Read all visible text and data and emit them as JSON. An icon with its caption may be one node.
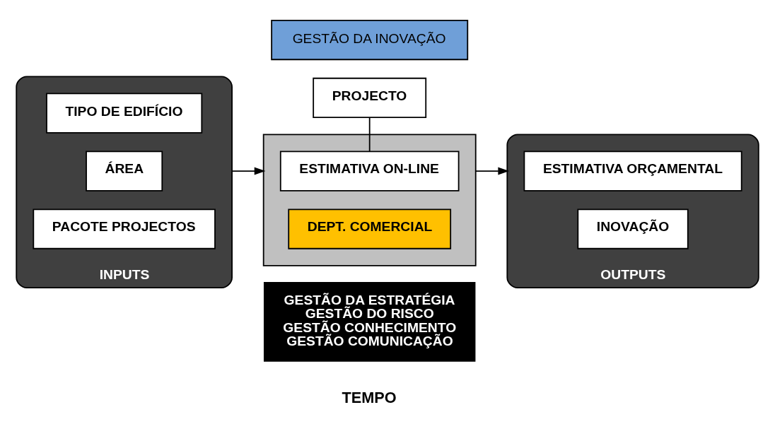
{
  "diagram": {
    "nodes": [
      {
        "text": [
          "GESTÃO DA INOVAÇÃO"
        ]
      },
      {
        "text": [
          "INPUTS"
        ]
      },
      {
        "text": [
          "TIPO DE EDIFÍCIO"
        ],
        "in": 1
      },
      {
        "text": [
          "ÁREA"
        ],
        "in": 1
      },
      {
        "text": [
          "PACOTE PROJECTOS"
        ],
        "in": 1
      },
      {
        "text": [
          "PROJECTO"
        ]
      },
      {
        "text": [],
        "shape": "box"
      },
      {
        "text": [
          "ESTIMATIVA ON-LINE"
        ],
        "in": 6
      },
      {
        "text": [
          "DEPT. COMERCIAL"
        ],
        "in": 6
      },
      {
        "text": [
          "GESTÃO DA ESTRATÉGIA",
          "GESTÃO DO RISCO",
          "GESTÃO CONHECIMENTO",
          "GESTÃO COMUNICAÇÃO"
        ]
      },
      {
        "text": [
          "OUTPUTS"
        ]
      },
      {
        "text": [
          "ESTIMATIVA ORÇAMENTAL"
        ],
        "in": 10
      },
      {
        "text": [
          "INOVAÇÃO"
        ],
        "in": 10
      }
    ],
    "edges": [
      {
        "from": 1,
        "to": 6,
        "arrow": "to"
      },
      {
        "from": 6,
        "to": 10,
        "arrow": "to"
      },
      {
        "from": 5,
        "to": 7,
        "arrow": "none"
      }
    ],
    "labels": [
      "TEMPO"
    ]
  }
}
